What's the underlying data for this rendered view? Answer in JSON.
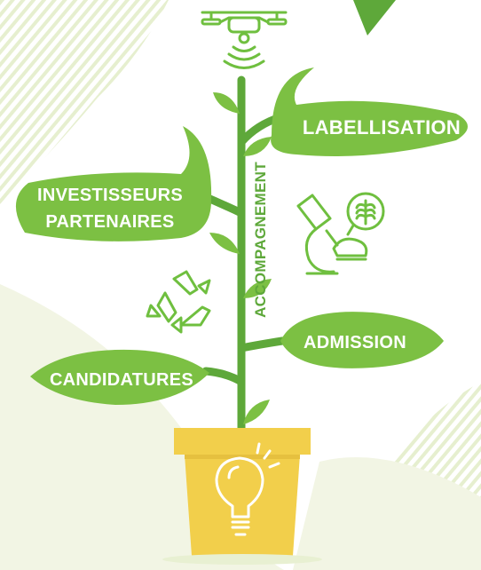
{
  "leaves": {
    "labellisation": "LABELLISATION",
    "investisseurs_line1": "INVESTISSEURS",
    "investisseurs_line2": "PARTENAIRES",
    "admission": "ADMISSION",
    "candidatures": "CANDIDATURES"
  },
  "stem_label": "ACCOMPAGNEMENT",
  "icons": {
    "top": "drone-icon",
    "middle_right": "microscope-wheat-icon",
    "middle_left": "recycle-icon",
    "pot": "lightbulb-icon"
  },
  "colors": {
    "leaf_green": "#7cc043",
    "stem_green": "#5ea83a",
    "icon_green": "#6fbf3f",
    "pot_yellow": "#f2cf4b",
    "pot_shadow": "#e6c03f",
    "hatch_green": "#e6efcf",
    "ground": "#f2f5e4"
  }
}
